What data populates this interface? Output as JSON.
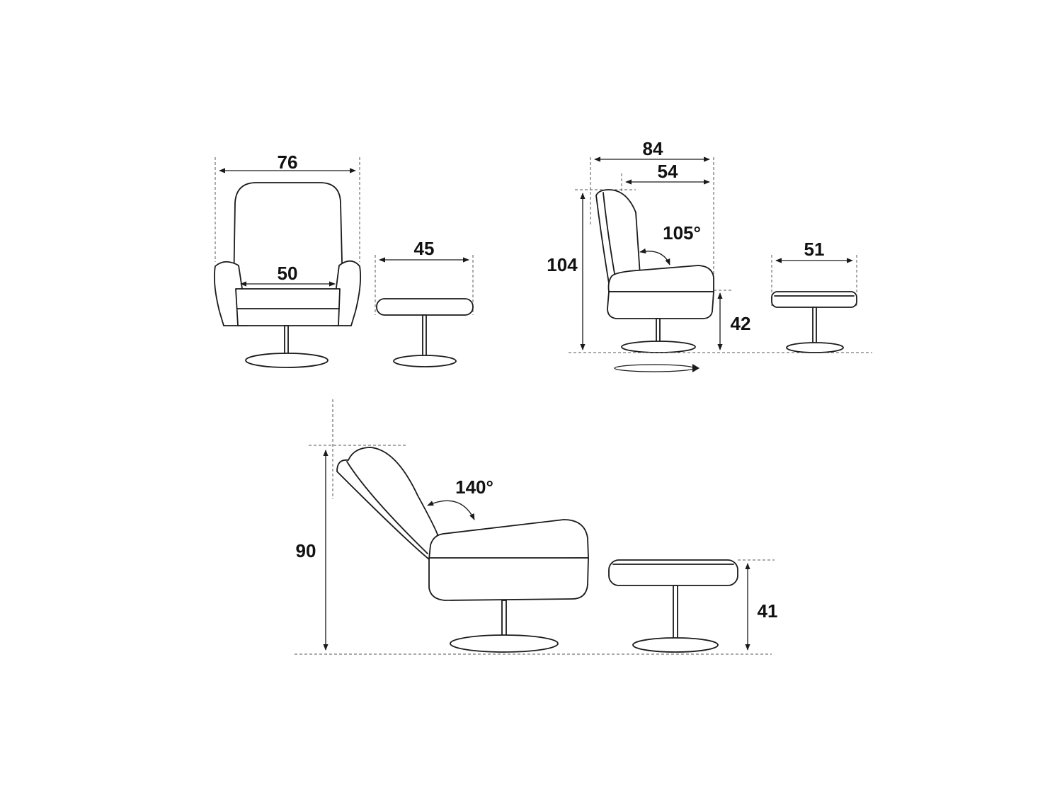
{
  "colors": {
    "ink": "#1a1a1a",
    "guide": "#555555",
    "background": "#ffffff"
  },
  "front_view": {
    "overall_width": "76",
    "seat_width": "50"
  },
  "front_footstool": {
    "width": "45"
  },
  "side_view": {
    "depth": "84",
    "seat_depth": "54",
    "recline_angle": "105°",
    "height": "104",
    "seat_height": "42",
    "swivel_icon": "swivel-rotation-arrow"
  },
  "side_footstool": {
    "width": "51"
  },
  "reclined_view": {
    "recline_angle": "140°",
    "height": "90",
    "footstool_height": "41"
  }
}
